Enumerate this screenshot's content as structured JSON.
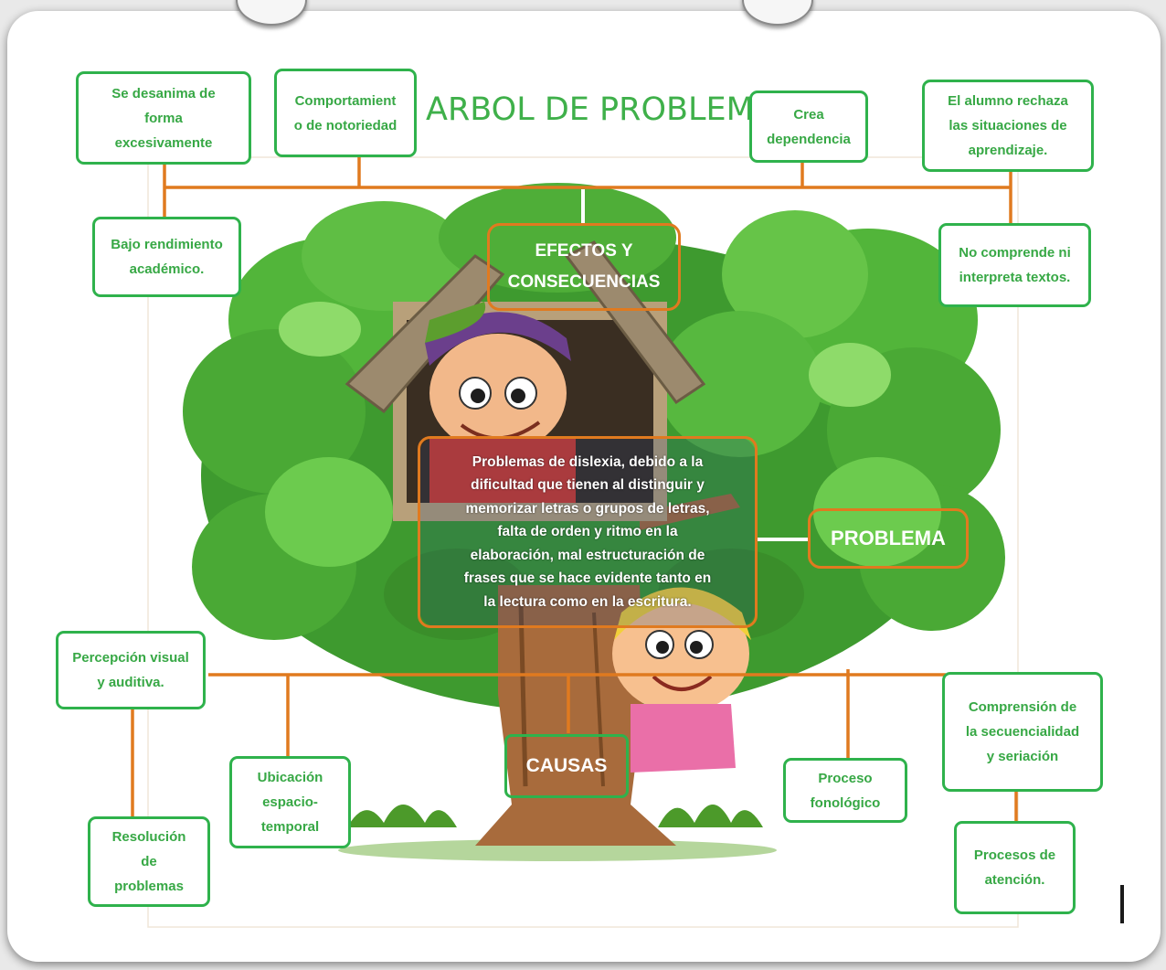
{
  "title": "ARBOL DE PROBLEMA",
  "colors": {
    "box_border": "#2fb24c",
    "box_text": "#37a845",
    "connector": "#e07a1f",
    "title": "#3fb04a",
    "tree_leaves": "#3f9a2e",
    "trunk": "#a56a3a"
  },
  "effects": {
    "label": "EFECTOS Y\nCONSECUENCIAS",
    "items": [
      "Se desanima de\nforma\nexcesivamente",
      "Comportamient\no de notoriedad",
      "Crea\ndependencia",
      "El alumno rechaza\nlas situaciones de\naprendizaje.",
      "Bajo rendimiento\nacadémico.",
      "No comprende ni\ninterpreta textos."
    ]
  },
  "problem": {
    "label": "PROBLEMA",
    "description": "Problemas de dislexia, debido a la\ndificultad que tienen al distinguir y\nmemorizar letras o grupos de letras,\nfalta de orden y ritmo en la\nelaboración, mal estructuración de\nfrases que se hace evidente tanto en\nla lectura como en la escritura."
  },
  "causes": {
    "label": "CAUSAS",
    "items": [
      "Percepción visual\ny auditiva.",
      "Resolución\nde\nproblemas",
      "Ubicación\nespacio-\ntemporal",
      "Proceso\nfonológico",
      "Comprensión de\nla secuencialidad\ny seriación",
      "Procesos de\natención."
    ]
  },
  "illustration": {
    "subject": "tree-house-with-children-icon"
  }
}
